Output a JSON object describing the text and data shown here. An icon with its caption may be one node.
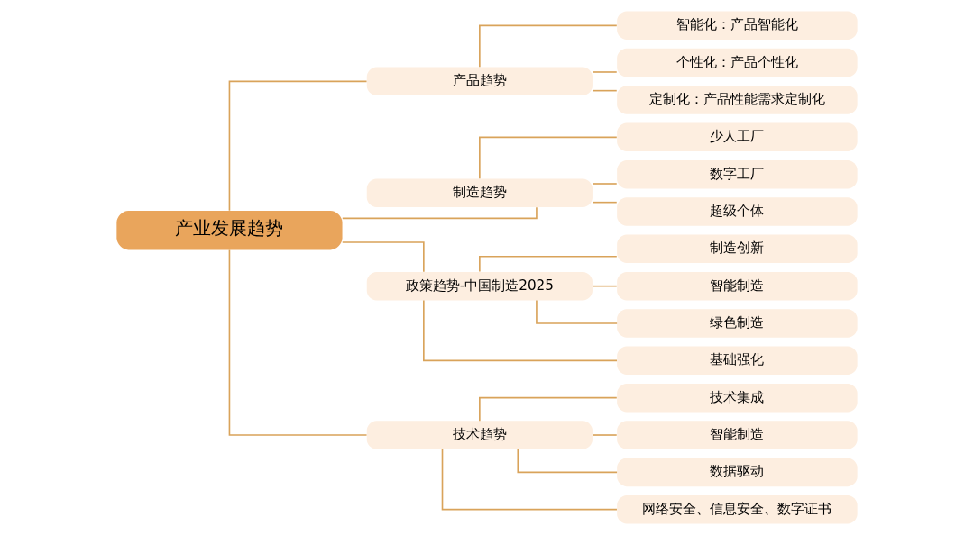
{
  "diagram": {
    "nodes": [
      {
        "text": [
          "产业发展趋势"
        ]
      },
      {
        "text": [
          "产品趋势"
        ]
      },
      {
        "text": [
          "智能化：产品智能化"
        ]
      },
      {
        "text": [
          "个性化：产品个性化"
        ]
      },
      {
        "text": [
          "定制化：产品性能需求定制化"
        ]
      },
      {
        "text": [
          "制造趋势"
        ]
      },
      {
        "text": [
          "少人工厂"
        ]
      },
      {
        "text": [
          "数字工厂"
        ]
      },
      {
        "text": [
          "超级个体"
        ]
      },
      {
        "text": [
          "政策趋势-中国制造2025"
        ]
      },
      {
        "text": [
          "制造创新"
        ]
      },
      {
        "text": [
          "智能制造"
        ]
      },
      {
        "text": [
          "绿色制造"
        ]
      },
      {
        "text": [
          "基础强化"
        ]
      },
      {
        "text": [
          "技术趋势"
        ]
      },
      {
        "text": [
          "技术集成"
        ]
      },
      {
        "text": [
          "智能制造"
        ]
      },
      {
        "text": [
          "数据驱动"
        ]
      },
      {
        "text": [
          "网络安全、信息安全、数字证书"
        ]
      }
    ],
    "edges": [
      {
        "from": 0,
        "to": 1,
        "arrow": "none"
      },
      {
        "from": 0,
        "to": 5,
        "arrow": "none"
      },
      {
        "from": 0,
        "to": 9,
        "arrow": "none"
      },
      {
        "from": 0,
        "to": 14,
        "arrow": "none"
      },
      {
        "from": 1,
        "to": 2,
        "arrow": "none"
      },
      {
        "from": 1,
        "to": 3,
        "arrow": "none"
      },
      {
        "from": 1,
        "to": 4,
        "arrow": "none"
      },
      {
        "from": 5,
        "to": 6,
        "arrow": "none"
      },
      {
        "from": 5,
        "to": 7,
        "arrow": "none"
      },
      {
        "from": 5,
        "to": 8,
        "arrow": "none"
      },
      {
        "from": 9,
        "to": 10,
        "arrow": "none"
      },
      {
        "from": 9,
        "to": 11,
        "arrow": "none"
      },
      {
        "from": 9,
        "to": 12,
        "arrow": "none"
      },
      {
        "from": 9,
        "to": 13,
        "arrow": "none"
      },
      {
        "from": 14,
        "to": 15,
        "arrow": "none"
      },
      {
        "from": 14,
        "to": 16,
        "arrow": "none"
      },
      {
        "from": 14,
        "to": 17,
        "arrow": "none"
      },
      {
        "from": 14,
        "to": 18,
        "arrow": "none"
      }
    ]
  }
}
